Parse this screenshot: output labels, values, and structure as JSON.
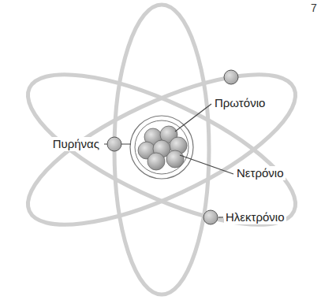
{
  "diagram": {
    "labels": [
      "7",
      "Πρωτόνιο",
      "Πυρήνας",
      "Νετρόνιο",
      "Ηλεκτρόνιο"
    ]
  }
}
